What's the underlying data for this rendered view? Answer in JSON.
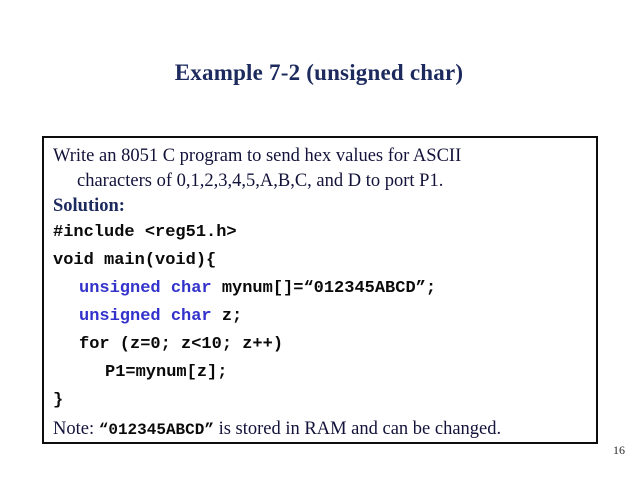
{
  "slide": {
    "title": "Example 7-2 (unsigned char)",
    "page_number": "16",
    "title_color": "#1c2a5e",
    "border_color": "#0d0d0d",
    "background_color": "#ffffff",
    "keyword_color": "#3333cc",
    "body_color": "#12123a"
  },
  "content": {
    "problem": {
      "line1": "Write an 8051 C program to send hex values for ASCII",
      "line2": "characters of 0,1,2,3,4,5,A,B,C, and D to port P1."
    },
    "solution_label": "Solution:",
    "code": [
      {
        "indent": 0,
        "keyword": "",
        "rest": "#include <reg51.h>"
      },
      {
        "indent": 0,
        "keyword": "",
        "rest": "void main(void){"
      },
      {
        "indent": 1,
        "keyword": "unsigned char",
        "rest": " mynum[]=“012345ABCD”;"
      },
      {
        "indent": 1,
        "keyword": "unsigned char",
        "rest": " z;"
      },
      {
        "indent": 1,
        "keyword": "",
        "rest": "for (z=0; z<10; z++)"
      },
      {
        "indent": 2,
        "keyword": "",
        "rest": "P1=mynum[z];"
      },
      {
        "indent": 0,
        "keyword": "",
        "rest": "}"
      }
    ],
    "note": {
      "prefix": "Note: ",
      "literal": "“012345ABCD”",
      "suffix": "  is stored in RAM and can be changed."
    }
  }
}
